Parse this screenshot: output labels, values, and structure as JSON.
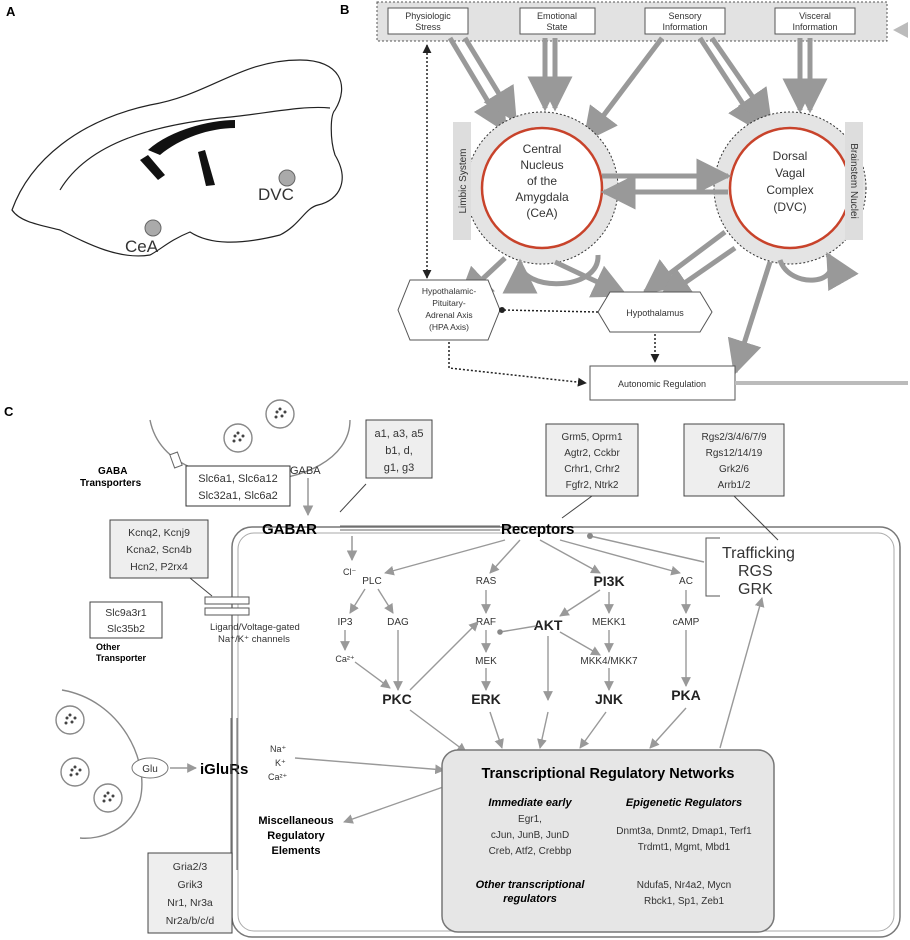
{
  "panels": {
    "a": "A",
    "b": "B",
    "c": "C"
  },
  "panel_a": {
    "cea": "CeA",
    "dvc": "DVC"
  },
  "panel_b": {
    "inputs": {
      "physiologic_1": "Physiologic",
      "physiologic_2": "Stress",
      "emotional_1": "Emotional",
      "emotional_2": "State",
      "sensory_1": "Sensory",
      "sensory_2": "Information",
      "visceral_1": "Visceral",
      "visceral_2": "Information"
    },
    "limbic": "Limbic System",
    "brainstem": "Brainstem Nuclei",
    "cea_lines": [
      "Central",
      "Nucleus",
      "of the",
      "Amygdala",
      "(CeA)"
    ],
    "dvc_lines": [
      "Dorsal",
      "Vagal",
      "Complex",
      "(DVC)"
    ],
    "hpa_lines": [
      "Hypothalamic-",
      "Pituitary-",
      "Adrenal Axis",
      "(HPA Axis)"
    ],
    "hypothalamus": "Hypothalamus",
    "autonomic": "Autonomic Regulation"
  },
  "panel_c": {
    "gaba": "GABA",
    "gaba_transporters_1": "GABA",
    "gaba_transporters_2": "Transporters",
    "slc_box": [
      "Slc6a1, Slc6a12",
      "Slc32a1, Slc6a2"
    ],
    "gabar_subunits": [
      "a1, a3, a5",
      "b1, d,",
      "g1, g3"
    ],
    "gabar": "GABAR",
    "cl": "Cl⁻",
    "receptors": "Receptors",
    "receptor_genes": [
      "Grm5, Oprm1",
      "Agtr2, Cckbr",
      "Crhr1, Crhr2",
      "Fgfr2, Ntrk2"
    ],
    "rgs_genes": [
      "Rgs2/3/4/6/7/9",
      "Rgs12/14/19",
      "Grk2/6",
      "Arrb1/2"
    ],
    "trafficking": "Trafficking",
    "rgs": "RGS",
    "grk": "GRK",
    "channel_genes": [
      "Kcnq2, Kcnj9",
      "Kcna2, Scn4b",
      "Hcn2, P2rx4"
    ],
    "channel_label": [
      "Ligand/Voltage-gated",
      "Na⁺/K⁺ channels"
    ],
    "other_transporter_genes": [
      "Slc9a3r1",
      "Slc35b2"
    ],
    "other_transporter": [
      "Other",
      "Transporter"
    ],
    "plc": "PLC",
    "ras": "RAS",
    "pi3k": "PI3K",
    "ac": "AC",
    "ip3": "IP3",
    "dag": "DAG",
    "raf": "RAF",
    "akt": "AKT",
    "mekk1": "MEKK1",
    "camp": "cAMP",
    "ca": "Ca²⁺",
    "mek": "MEK",
    "mkk": "MKK4/MKK7",
    "pkc": "PKC",
    "erk": "ERK",
    "jnk": "JNK",
    "pka": "PKA",
    "glu": "Glu",
    "iglurs": "iGluRs",
    "ions": [
      "Na⁺",
      "K⁺",
      "Ca²⁺"
    ],
    "glur_genes": [
      "Gria2/3",
      "Grik3",
      "Nr1, Nr3a",
      "Nr2a/b/c/d"
    ],
    "misc": [
      "Miscellaneous",
      "Regulatory",
      "Elements"
    ],
    "trn": "Transcriptional Regulatory Networks",
    "immediate_early": "Immediate early",
    "ie_genes": [
      "Egr1,",
      "cJun, JunB, JunD",
      "Creb, Atf2, Crebbp"
    ],
    "epigenetic": "Epigenetic Regulators",
    "epi_genes": [
      "Dnmt3a, Dnmt2, Dmap1, Terf1",
      "Trdmt1, Mgmt, Mbd1"
    ],
    "other_tr": [
      "Other transcriptional",
      "regulators"
    ],
    "other_genes": [
      "Ndufa5, Nr4a2, Mycn",
      "Rbck1, Sp1, Zeb1"
    ]
  }
}
